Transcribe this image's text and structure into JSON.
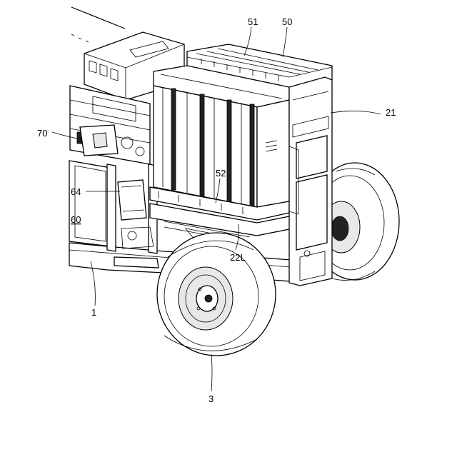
{
  "figure": {
    "labels": {
      "l51": "51",
      "l50": "50",
      "l21": "21",
      "l70": "70",
      "l52": "52",
      "l64": "64",
      "l60": "60",
      "l22L": "22L",
      "l1": "1",
      "l3": "3"
    }
  }
}
